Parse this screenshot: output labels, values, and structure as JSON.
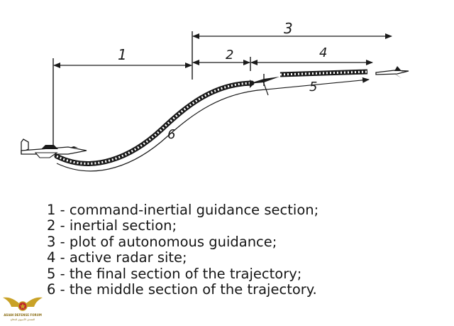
{
  "diagram": {
    "section_numbers": [
      "1",
      "2",
      "3",
      "4",
      "5",
      "6"
    ],
    "legend": [
      "1 - command-inertial guidance section;",
      "2 - inertial section;",
      "3 - plot of autonomous guidance;",
      "4 - active radar site;",
      "5 - the final section of the trajectory;",
      "6 - the middle section of the trajectory."
    ]
  },
  "logo": {
    "text_line1": "ASIAN DEFENSE FORUM",
    "text_line2": "المنتدى الآسيوي للدفاع",
    "colors": {
      "gold": "#c9a227",
      "red": "#c0262d"
    }
  },
  "colors": {
    "ink": "#1a1a1a",
    "background": "#ffffff"
  }
}
